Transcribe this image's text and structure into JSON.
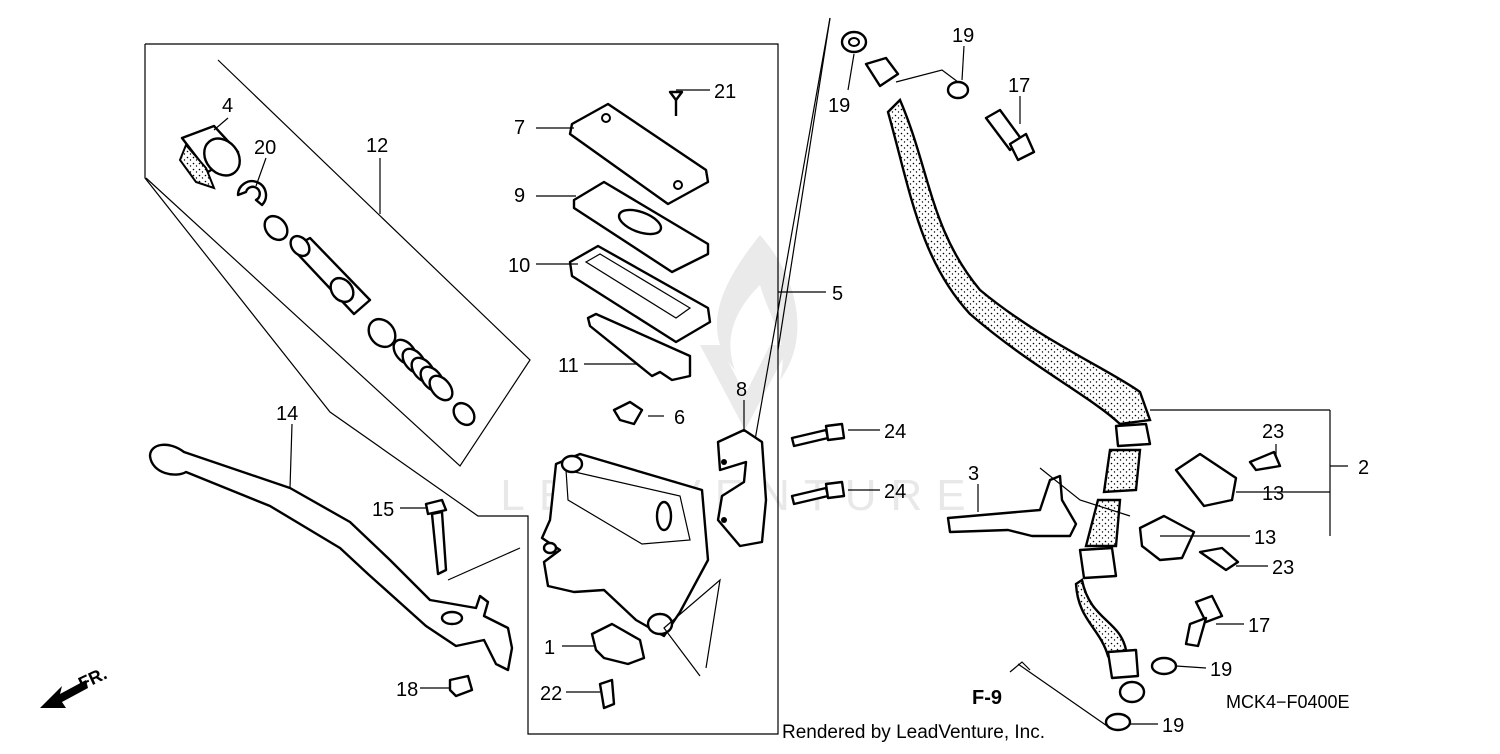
{
  "diagram": {
    "code": "MCK4−F0400E",
    "credit": "Rendered by LeadVenture, Inc.",
    "watermark": "LEADVENTURE",
    "ref_label": "F-9",
    "direction_label": "FR.",
    "callouts": {
      "c1": "1",
      "c2": "2",
      "c3": "3",
      "c4": "4",
      "c5": "5",
      "c6": "6",
      "c7": "7",
      "c8": "8",
      "c9": "9",
      "c10": "10",
      "c11": "11",
      "c12": "12",
      "c13a": "13",
      "c13b": "13",
      "c14": "14",
      "c15": "15",
      "c17a": "17",
      "c17b": "17",
      "c18": "18",
      "c19a": "19",
      "c19b": "19",
      "c19c": "19",
      "c19d": "19",
      "c20": "20",
      "c21": "21",
      "c22": "22",
      "c23a": "23",
      "c23b": "23",
      "c24a": "24",
      "c24b": "24"
    }
  }
}
